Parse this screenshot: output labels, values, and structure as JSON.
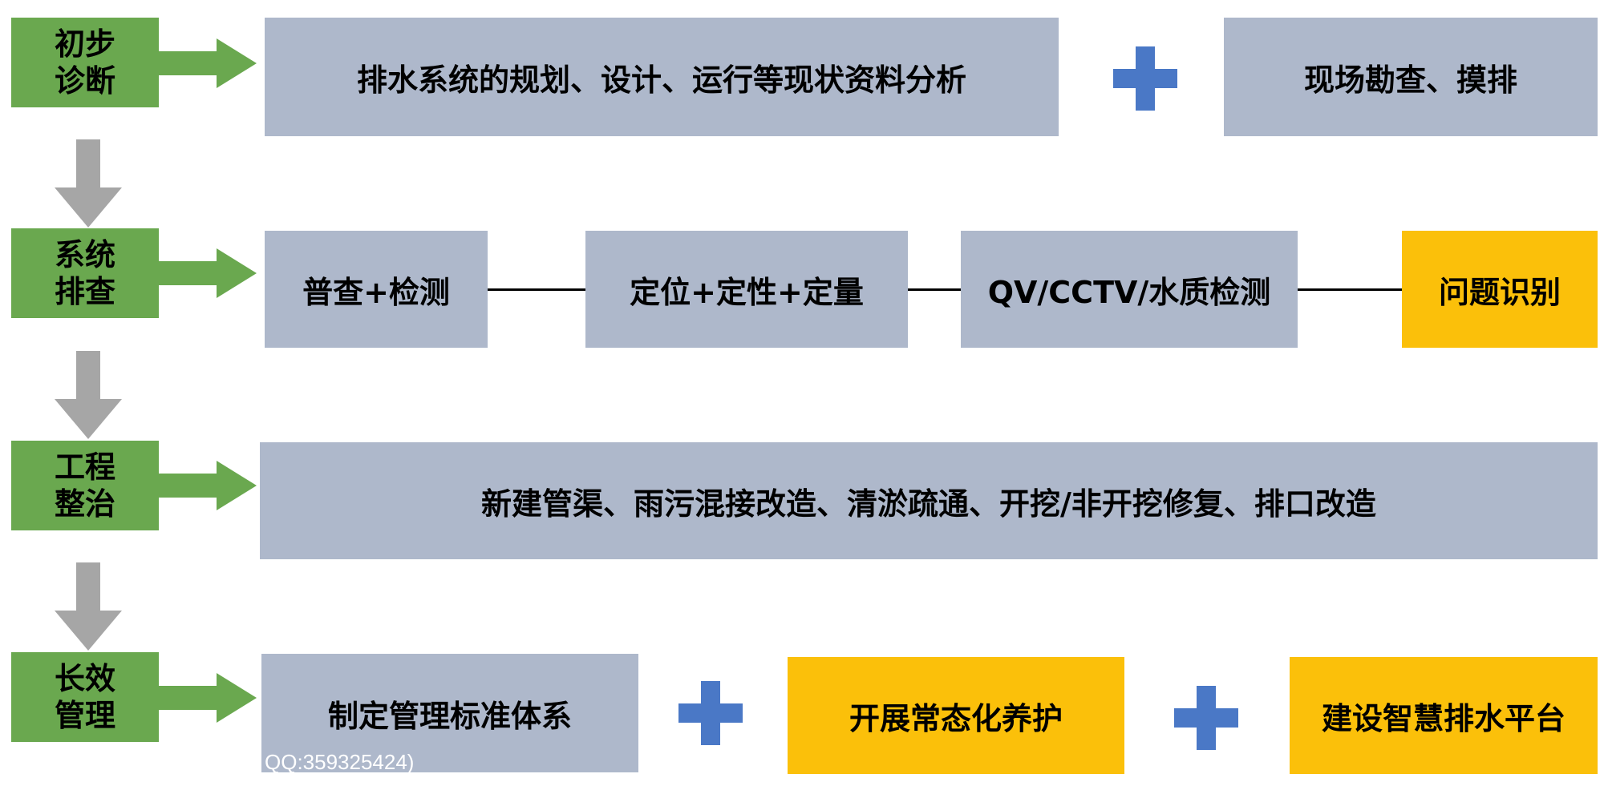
{
  "colors": {
    "stage_green": "#6aa84f",
    "box_gray": "#aeb8cb",
    "highlight_yellow": "#fbc00a",
    "plus_blue": "#4a78c6",
    "down_arrow_gray": "#a6a6a6",
    "connector": "#000000"
  },
  "icons": {
    "stage_arrow": "right-arrow-icon",
    "down_arrow": "down-arrow-icon",
    "plus": "plus-icon"
  },
  "stages": [
    {
      "label": "初步\n诊断"
    },
    {
      "label": "系统\n排查"
    },
    {
      "label": "工程\n整治"
    },
    {
      "label": "长效\n管理"
    }
  ],
  "row1": {
    "analysis": "排水系统的规划、设计、运行等现状资料分析",
    "survey": "现场勘查、摸排"
  },
  "row2": {
    "census": "普查+检测",
    "locate": "定位+定性+定量",
    "methods": "QV/CCTV/水质检测",
    "identify": "问题识别"
  },
  "row3": {
    "works": "新建管渠、雨污混接改造、清淤疏通、开挖/非开挖修复、排口改造"
  },
  "row4": {
    "standards": "制定管理标准体系",
    "maintenance": "开展常态化养护",
    "platform": "建设智慧排水平台"
  },
  "watermark": "QQ:359325424)"
}
